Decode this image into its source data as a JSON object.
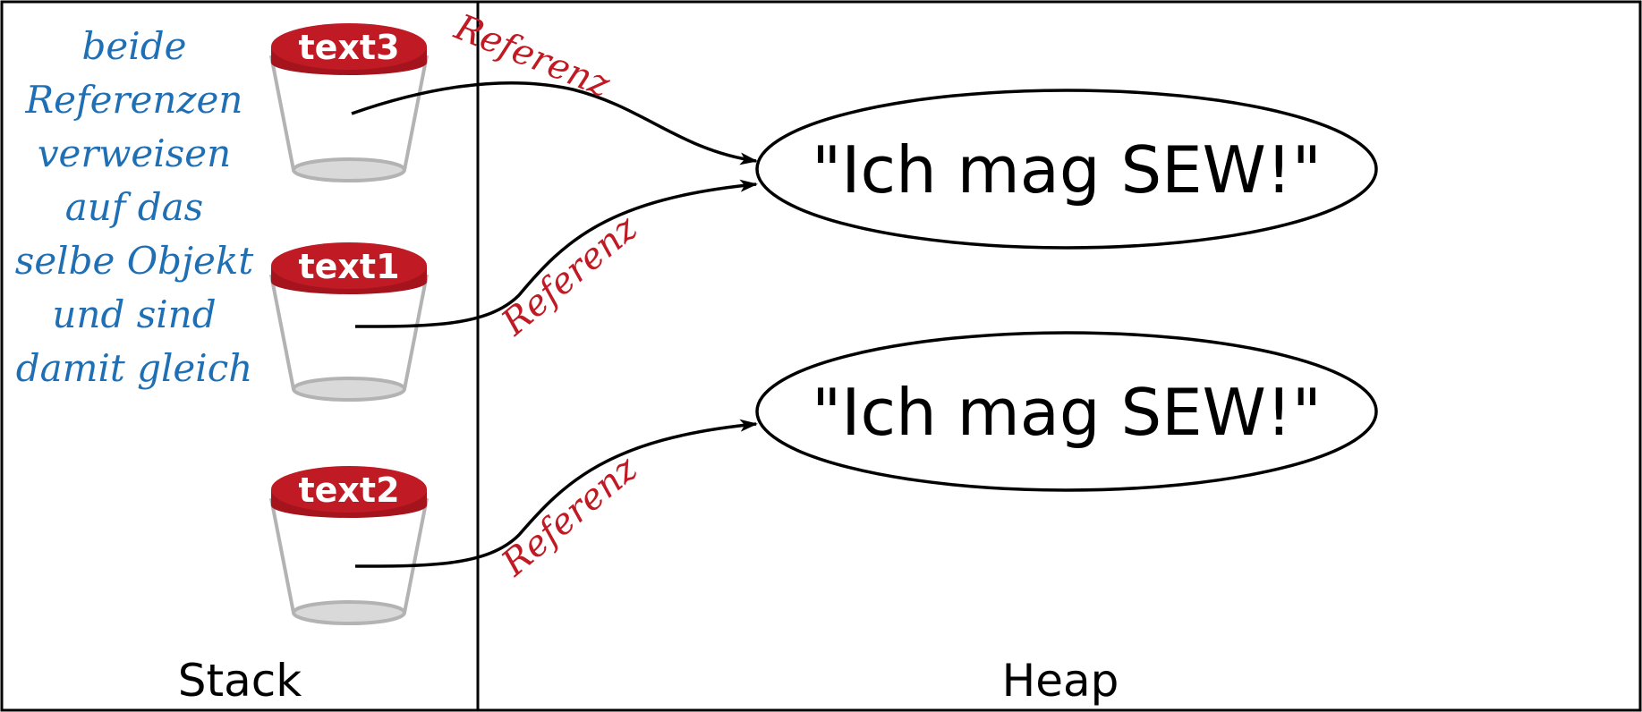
{
  "sections": {
    "stack_label": "Stack",
    "heap_label": "Heap"
  },
  "variables": [
    {
      "name": "text3"
    },
    {
      "name": "text1"
    },
    {
      "name": "text2"
    }
  ],
  "heap_objects": [
    {
      "value": "\"Ich mag SEW!\""
    },
    {
      "value": "\"Ich mag SEW!\""
    }
  ],
  "references": [
    {
      "label": "Referenz"
    },
    {
      "label": "Referenz"
    },
    {
      "label": "Referenz"
    }
  ],
  "note": {
    "lines": [
      "beide",
      "Referenzen",
      "verweisen",
      "auf das",
      "selbe Objekt",
      "und sind",
      "damit gleich"
    ]
  },
  "colors": {
    "cup_lid": "#c01a24",
    "cup_lid_band": "#a5141d",
    "cup_body": "#b3b3b3",
    "cup_bottom": "#d9d9d9",
    "reference_label": "#c01a24",
    "note_text": "#1f6fb5",
    "line": "#000000"
  }
}
